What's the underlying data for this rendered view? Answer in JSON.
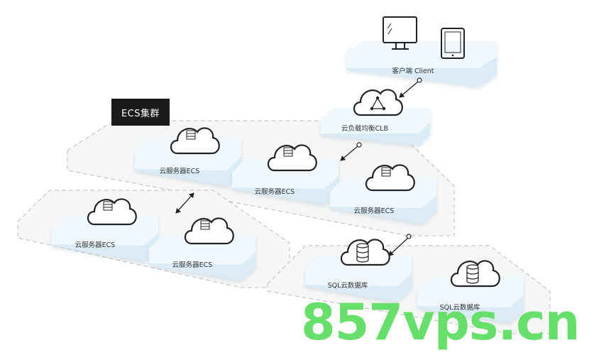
{
  "group": {
    "label": "ECS集群"
  },
  "client": {
    "label": "客户端 Client",
    "icons": [
      "monitor-icon",
      "tablet-icon"
    ]
  },
  "clb": {
    "label": "云负载均衡CLB",
    "icon": "network-cloud-icon"
  },
  "ecs_cluster": [
    {
      "label": "云服务器ECS",
      "icon": "server-cloud-icon"
    },
    {
      "label": "云服务器ECS",
      "icon": "server-cloud-icon"
    },
    {
      "label": "云服务器ECS",
      "icon": "server-cloud-icon"
    }
  ],
  "ecs_secondary": [
    {
      "label": "云服务器ECS",
      "icon": "server-cloud-icon"
    },
    {
      "label": "云服务器ECS",
      "icon": "server-cloud-icon"
    }
  ],
  "databases": [
    {
      "label": "SQL云数据库",
      "icon": "database-cloud-icon"
    },
    {
      "label": "SQL云数据库",
      "icon": "database-cloud-icon"
    }
  ],
  "watermark": {
    "text": "857vps.cn"
  },
  "colors": {
    "platform_top": "#f1f8fd",
    "platform_side": "#dcecf7",
    "icon_stroke": "#222222",
    "dashed_border": "#b8b8b8",
    "watermark": "#66e06a"
  }
}
